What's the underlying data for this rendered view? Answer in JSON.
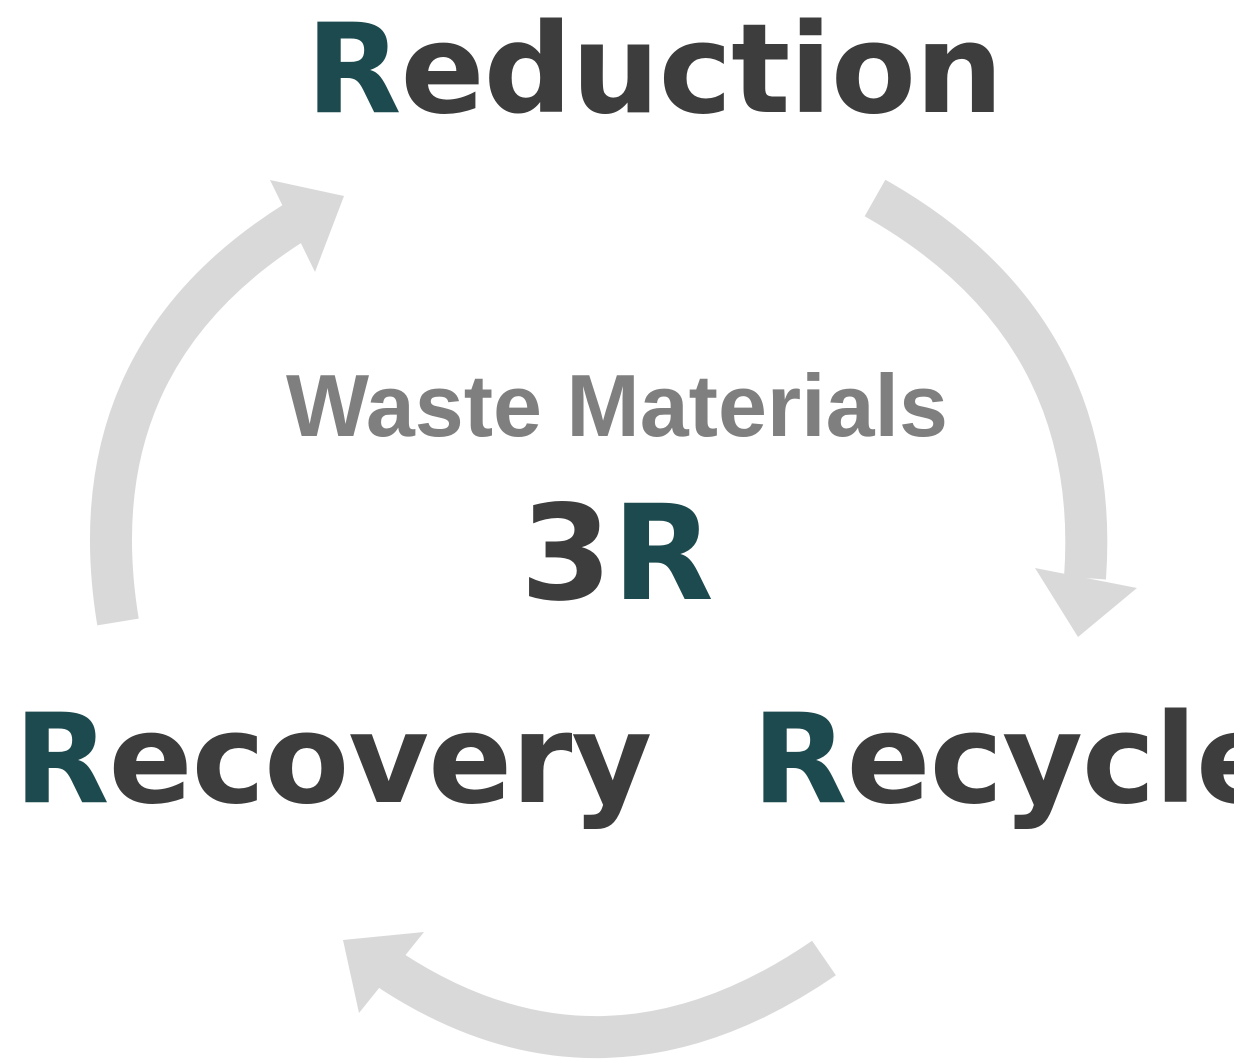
{
  "colors": {
    "accent": "#1d4a4e",
    "dark": "#3d3d3d",
    "grey": "#7f7f7f",
    "arrow": "#d9d9d9"
  },
  "center": {
    "subtitle": "Waste Materials",
    "title_digit": "3",
    "title_letter": "R"
  },
  "nodes": {
    "reduction": {
      "initial": "R",
      "rest": "eduction"
    },
    "recycle": {
      "initial": "R",
      "rest": "ecycle"
    },
    "recovery": {
      "initial": "R",
      "rest": "ecovery"
    }
  },
  "arrows": [
    {
      "from": "reduction",
      "to": "recycle"
    },
    {
      "from": "recycle",
      "to": "recovery"
    },
    {
      "from": "recovery",
      "to": "reduction"
    }
  ]
}
